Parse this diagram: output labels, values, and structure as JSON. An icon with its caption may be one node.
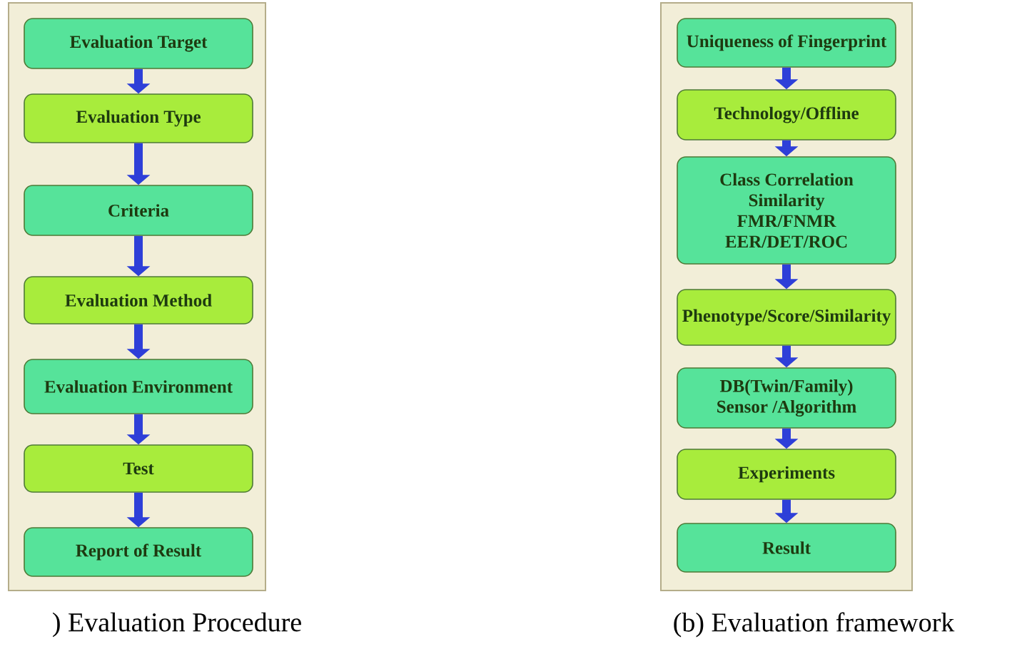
{
  "diagram": {
    "nodes": [
      {
        "text": [
          "Evaluation Target"
        ]
      },
      {
        "text": [
          "Evaluation Type"
        ]
      },
      {
        "text": [
          "Criteria"
        ]
      },
      {
        "text": [
          "Evaluation Method"
        ]
      },
      {
        "text": [
          "Evaluation Environment"
        ]
      },
      {
        "text": [
          "Test"
        ]
      },
      {
        "text": [
          "Report of Result"
        ]
      },
      {
        "text": [
          "Uniqueness of Fingerprint"
        ]
      },
      {
        "text": [
          "Technology/Offline"
        ]
      },
      {
        "text": [
          "Class Correlation",
          "Similarity",
          "FMR/FNMR",
          "EER/DET/ROC"
        ]
      },
      {
        "text": [
          "Phenotype/Score/Similarity"
        ]
      },
      {
        "text": [
          "DB(Twin/Family)",
          "Sensor /Algorithm"
        ]
      },
      {
        "text": [
          "Experiments"
        ]
      },
      {
        "text": [
          "Result"
        ]
      }
    ],
    "edges": [
      {
        "from": 0,
        "to": 1,
        "arrow": "to"
      },
      {
        "from": 1,
        "to": 2,
        "arrow": "to"
      },
      {
        "from": 2,
        "to": 3,
        "arrow": "to"
      },
      {
        "from": 3,
        "to": 4,
        "arrow": "to"
      },
      {
        "from": 4,
        "to": 5,
        "arrow": "to"
      },
      {
        "from": 5,
        "to": 6,
        "arrow": "to"
      },
      {
        "from": 7,
        "to": 8,
        "arrow": "to"
      },
      {
        "from": 8,
        "to": 9,
        "arrow": "to"
      },
      {
        "from": 9,
        "to": 10,
        "arrow": "to"
      },
      {
        "from": 10,
        "to": 11,
        "arrow": "to"
      },
      {
        "from": 11,
        "to": 12,
        "arrow": "to"
      },
      {
        "from": 12,
        "to": 13,
        "arrow": "to"
      }
    ],
    "labels": [
      ") Evaluation Procedure",
      "(b) Evaluation framework"
    ]
  }
}
